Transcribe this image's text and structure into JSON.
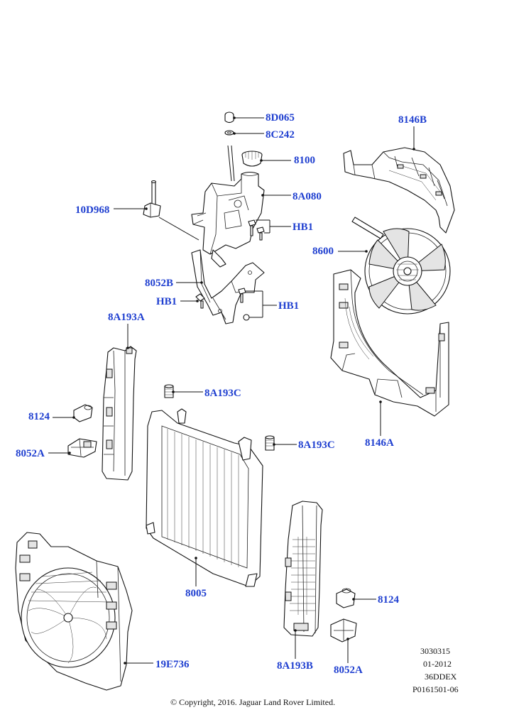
{
  "callouts": {
    "c_8d065": "8D065",
    "c_8c242": "8C242",
    "c_8100": "8100",
    "c_8a080": "8A080",
    "c_10d968": "10D968",
    "c_hb1_a": "HB1",
    "c_8052b": "8052B",
    "c_hb1_b": "HB1",
    "c_hb1_c": "HB1",
    "c_8146b": "8146B",
    "c_8600": "8600",
    "c_8146a": "8146A",
    "c_8a193a": "8A193A",
    "c_8124_left": "8124",
    "c_8052a_left": "8052A",
    "c_8a193c_1": "8A193C",
    "c_8a193c_2": "8A193C",
    "c_8005": "8005",
    "c_19e736": "19E736",
    "c_8a193b": "8A193B",
    "c_8124_right": "8124",
    "c_8052a_right": "8052A"
  },
  "meta": {
    "line1": "3030315",
    "line2": "01-2012",
    "line3": "36DDEX",
    "line4": "P0161501-06"
  },
  "copyright": "© Copyright, 2016. Jaguar Land Rover Limited.",
  "colors": {
    "callout": "#1f3fd0",
    "line": "#111111"
  }
}
